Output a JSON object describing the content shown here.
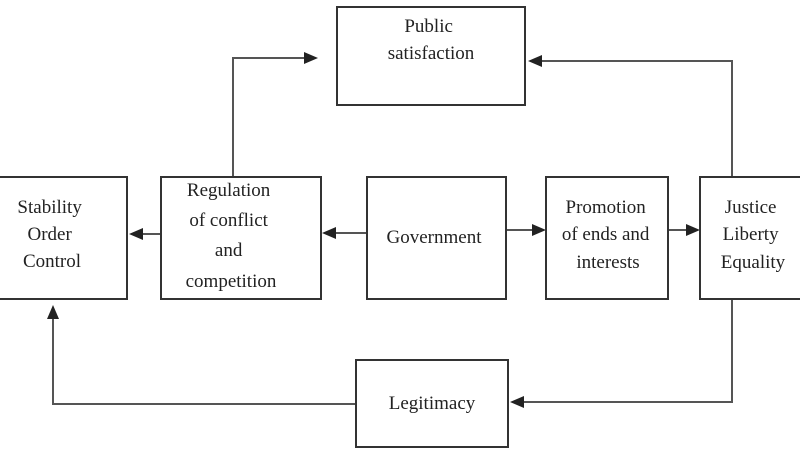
{
  "diagram": {
    "nodes": {
      "public_satisfaction": {
        "lines": [
          "Public",
          "satisfaction"
        ]
      },
      "stability": {
        "lines": [
          "Stability",
          "Order",
          "Control"
        ]
      },
      "regulation": {
        "lines": [
          "Regulation",
          "of conflict",
          "and",
          "competition"
        ]
      },
      "government": {
        "lines": [
          "Government"
        ]
      },
      "promotion": {
        "lines": [
          "Promotion",
          "of ends and",
          "interests"
        ]
      },
      "justice": {
        "lines": [
          "Justice",
          "Liberty",
          "Equality"
        ]
      },
      "legitimacy": {
        "lines": [
          "Legitimacy"
        ]
      }
    },
    "edges": [
      {
        "from": "government",
        "to": "regulation"
      },
      {
        "from": "government",
        "to": "promotion"
      },
      {
        "from": "regulation",
        "to": "stability"
      },
      {
        "from": "promotion",
        "to": "justice"
      },
      {
        "from": "regulation",
        "to": "public_satisfaction"
      },
      {
        "from": "justice",
        "to": "public_satisfaction"
      },
      {
        "from": "justice",
        "to": "legitimacy"
      },
      {
        "from": "legitimacy",
        "to": "stability"
      }
    ],
    "colors": {
      "box_stroke": "#333333",
      "line": "#555555",
      "arrow": "#222222",
      "text": "#222222"
    }
  }
}
